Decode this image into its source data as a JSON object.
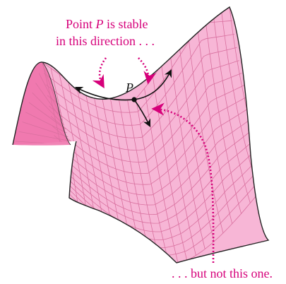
{
  "top_annotation": {
    "line1_prefix": "Point ",
    "line1_symbol": "P",
    "line1_suffix": " is stable",
    "line2": "in this direction . . ."
  },
  "point_label": "P",
  "bottom_annotation": ". . . but not this one.",
  "colors": {
    "surface_fill": "#f7b6d6",
    "surface_dark": "#ef6fa8",
    "surface_grid": "#d9709f",
    "annotation": "#d6007a",
    "arrow": "#111111"
  }
}
